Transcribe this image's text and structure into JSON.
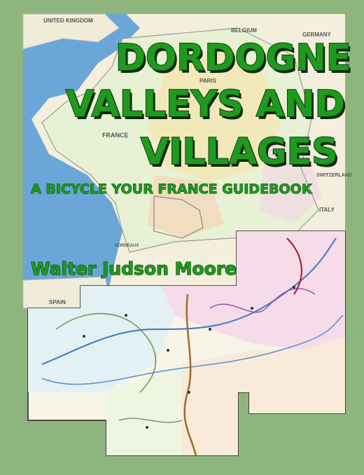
{
  "cover": {
    "title_lines": [
      "DORDOGNE",
      "VALLEYS AND",
      "VILLAGES"
    ],
    "subtitle": "A BICYCLE YOUR FRANCE GUIDEBOOK",
    "author": "Walter Judson Moore",
    "border_color": "#8fb57f",
    "title_color": "#1f9a1f"
  },
  "map_labels": {
    "united_kingdom": "UNITED KINGDOM",
    "belgium": "BELGIUM",
    "germany": "GERMANY",
    "paris": "PARIS",
    "france": "FRANCE",
    "switzerland": "SWITZERLAND",
    "italy": "ITALY",
    "spain": "SPAIN",
    "bordeaux": "BORDEAUX"
  }
}
